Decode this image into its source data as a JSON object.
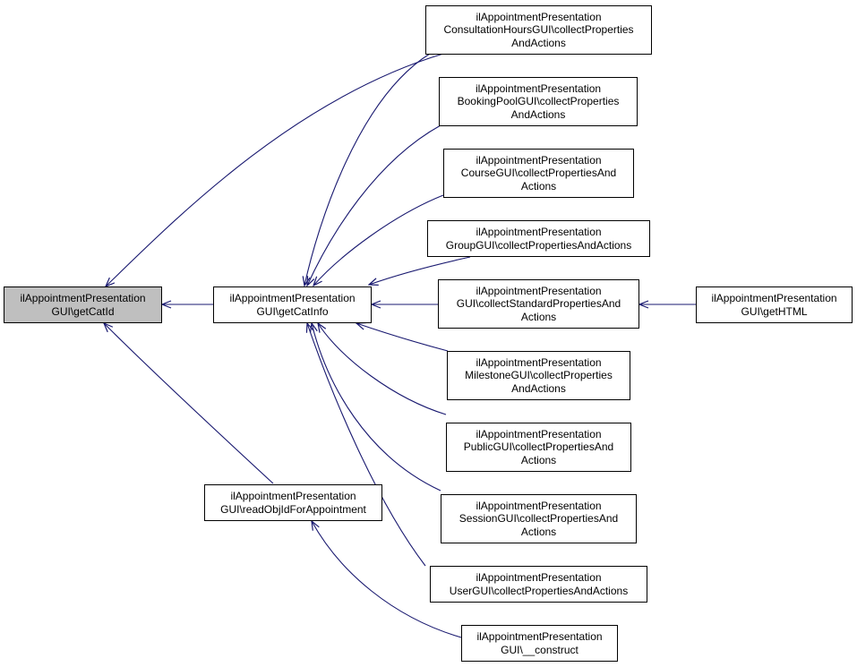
{
  "colors": {
    "edge": "#191970",
    "node_border": "#000000",
    "current_fill": "#bfbfbf"
  },
  "nodes": {
    "get_cat_id": {
      "lines": [
        "ilAppointmentPresentation",
        "GUI\\getCatId"
      ]
    },
    "get_cat_info": {
      "lines": [
        "ilAppointmentPresentation",
        "GUI\\getCatInfo"
      ]
    },
    "read_obj_id": {
      "lines": [
        "ilAppointmentPresentation",
        "GUI\\readObjIdForAppointment"
      ]
    },
    "consultation_hours": {
      "lines": [
        "ilAppointmentPresentation",
        "ConsultationHoursGUI\\collectProperties",
        "AndActions"
      ]
    },
    "booking_pool": {
      "lines": [
        "ilAppointmentPresentation",
        "BookingPoolGUI\\collectProperties",
        "AndActions"
      ]
    },
    "course": {
      "lines": [
        "ilAppointmentPresentation",
        "CourseGUI\\collectPropertiesAnd",
        "Actions"
      ]
    },
    "group": {
      "lines": [
        "ilAppointmentPresentation",
        "GroupGUI\\collectPropertiesAndActions"
      ]
    },
    "standard": {
      "lines": [
        "ilAppointmentPresentation",
        "GUI\\collectStandardPropertiesAnd",
        "Actions"
      ]
    },
    "milestone": {
      "lines": [
        "ilAppointmentPresentation",
        "MilestoneGUI\\collectProperties",
        "AndActions"
      ]
    },
    "public": {
      "lines": [
        "ilAppointmentPresentation",
        "PublicGUI\\collectPropertiesAnd",
        "Actions"
      ]
    },
    "session": {
      "lines": [
        "ilAppointmentPresentation",
        "SessionGUI\\collectPropertiesAnd",
        "Actions"
      ]
    },
    "user": {
      "lines": [
        "ilAppointmentPresentation",
        "UserGUI\\collectPropertiesAndActions"
      ]
    },
    "construct": {
      "lines": [
        "ilAppointmentPresentation",
        "GUI\\__construct"
      ]
    },
    "get_html": {
      "lines": [
        "ilAppointmentPresentation",
        "GUI\\getHTML"
      ]
    }
  },
  "edges": [
    {
      "from": "get_cat_info",
      "to": "get_cat_id"
    },
    {
      "from": "consultation_hours",
      "to": "get_cat_id"
    },
    {
      "from": "read_obj_id",
      "to": "get_cat_id"
    },
    {
      "from": "consultation_hours",
      "to": "get_cat_info"
    },
    {
      "from": "booking_pool",
      "to": "get_cat_info"
    },
    {
      "from": "course",
      "to": "get_cat_info"
    },
    {
      "from": "group",
      "to": "get_cat_info"
    },
    {
      "from": "standard",
      "to": "get_cat_info"
    },
    {
      "from": "milestone",
      "to": "get_cat_info"
    },
    {
      "from": "public",
      "to": "get_cat_info"
    },
    {
      "from": "session",
      "to": "get_cat_info"
    },
    {
      "from": "user",
      "to": "get_cat_info"
    },
    {
      "from": "get_html",
      "to": "standard"
    },
    {
      "from": "construct",
      "to": "read_obj_id"
    }
  ]
}
